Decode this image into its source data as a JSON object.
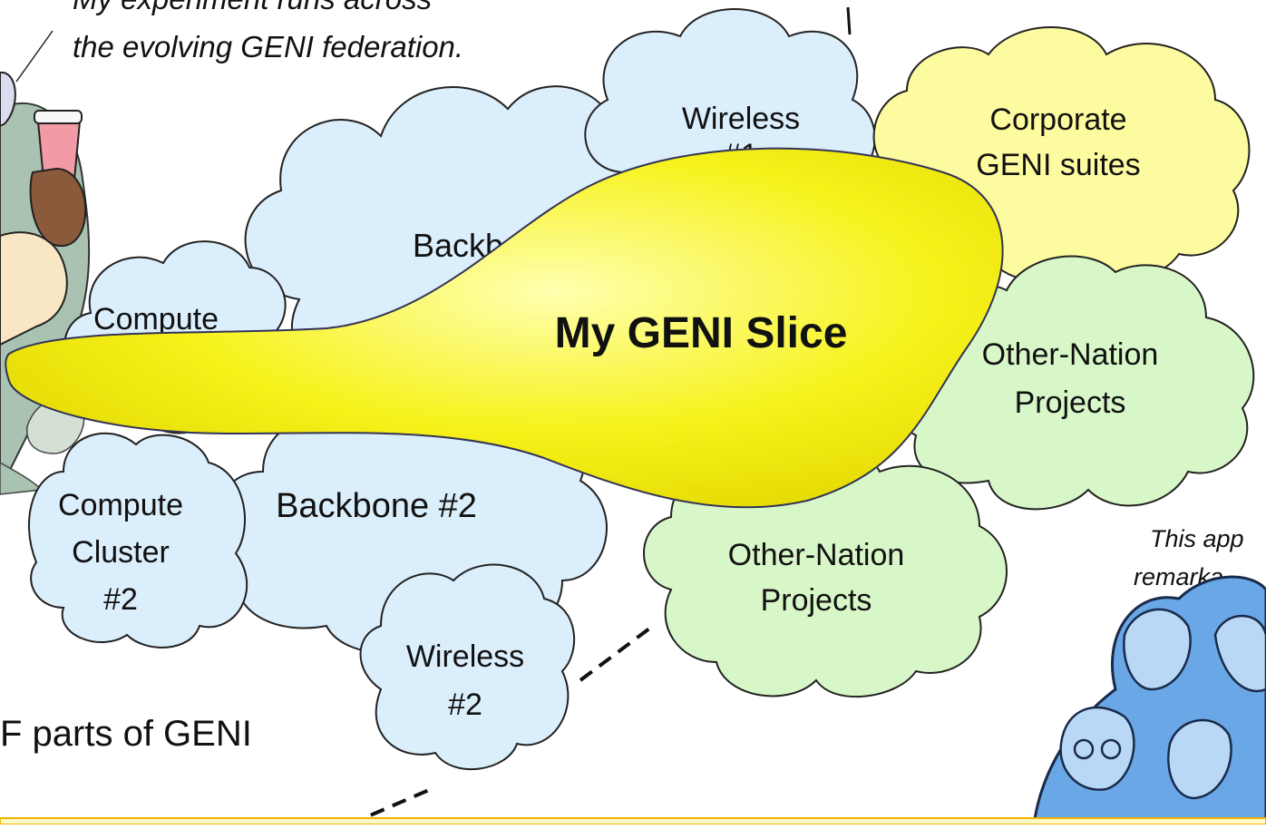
{
  "captions": {
    "experimenter_line1": "My experiment runs across",
    "experimenter_line2": "the evolving GENI federation.",
    "community_line1": "This app",
    "community_line2": "remarka"
  },
  "slice_label": "My GENI Slice",
  "parts_label": "F parts of GENI",
  "clouds": {
    "wireless_1": [
      "Wireless",
      "#1"
    ],
    "corporate": [
      "Corporate",
      "GENI suites"
    ],
    "backbone_1": [
      "Backbone #1"
    ],
    "compute_1": [
      "Compute"
    ],
    "other_nation_1": [
      "Other-Nation",
      "Projects"
    ],
    "compute_2": [
      "Compute",
      "Cluster",
      "#2"
    ],
    "backbone_2": [
      "Backbone #2"
    ],
    "other_nation_2": [
      "Other-Nation",
      "Projects"
    ],
    "wireless_2": [
      "Wireless",
      "#2"
    ]
  },
  "colors": {
    "cloud_blue": "#dbeefb",
    "cloud_yellow": "#fdfb9f",
    "cloud_green": "#d8f7c8",
    "slice_yellow": "#f6f21a",
    "outline": "#111111",
    "bottom_bar": "#fffcc8",
    "bottom_bar_border": "#f0b400"
  },
  "icons": [
    "scientist-icon",
    "people-group-icon"
  ]
}
